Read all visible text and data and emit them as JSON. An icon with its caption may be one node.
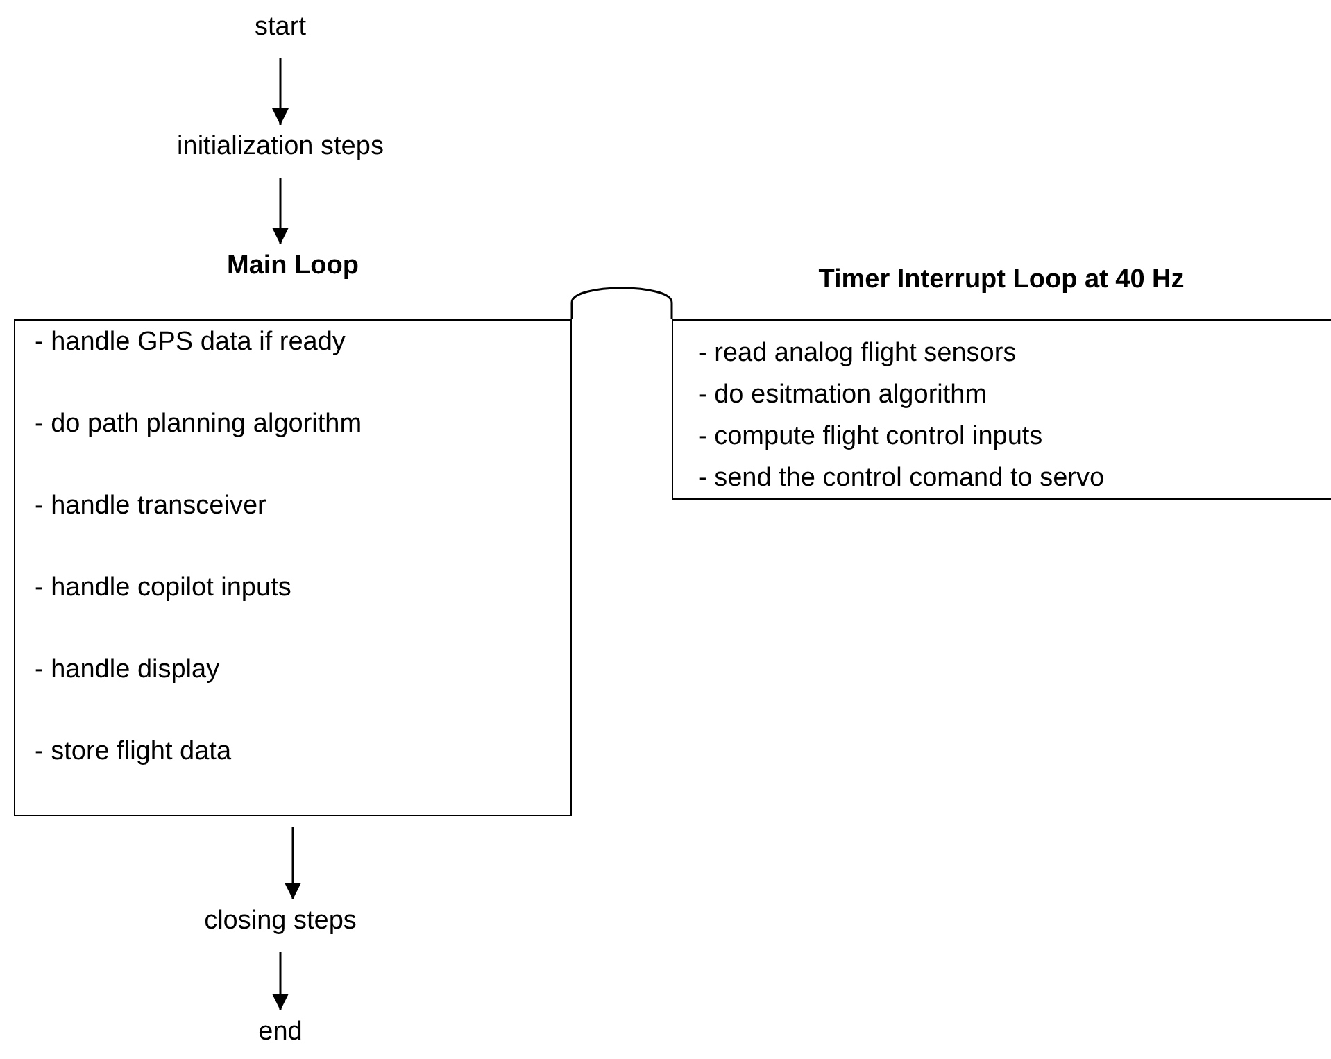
{
  "diagram": {
    "nodes": [
      {
        "text": [
          "start"
        ]
      },
      {
        "text": [
          "initialization steps"
        ]
      },
      {
        "text": [
          "Main Loop",
          "- handle GPS data if ready",
          "- do path planning algorithm",
          "- handle transceiver",
          "- handle copilot inputs",
          "- handle display",
          "- store flight data"
        ]
      },
      {
        "text": [
          "Timer Interrupt Loop at 40 Hz",
          "- read analog flight sensors",
          "- do esitmation algorithm",
          "- compute flight control inputs",
          "- send the control comand to servo"
        ]
      },
      {
        "text": [
          "closing steps"
        ]
      },
      {
        "text": [
          "end"
        ]
      }
    ],
    "edges": [
      {
        "from": 0,
        "to": 1,
        "arrow": "to"
      },
      {
        "from": 1,
        "to": 2,
        "arrow": "to"
      },
      {
        "from": 2,
        "to": 3,
        "arrow": "none"
      },
      {
        "from": 2,
        "to": 4,
        "arrow": "to"
      },
      {
        "from": 4,
        "to": 5,
        "arrow": "to"
      }
    ]
  }
}
